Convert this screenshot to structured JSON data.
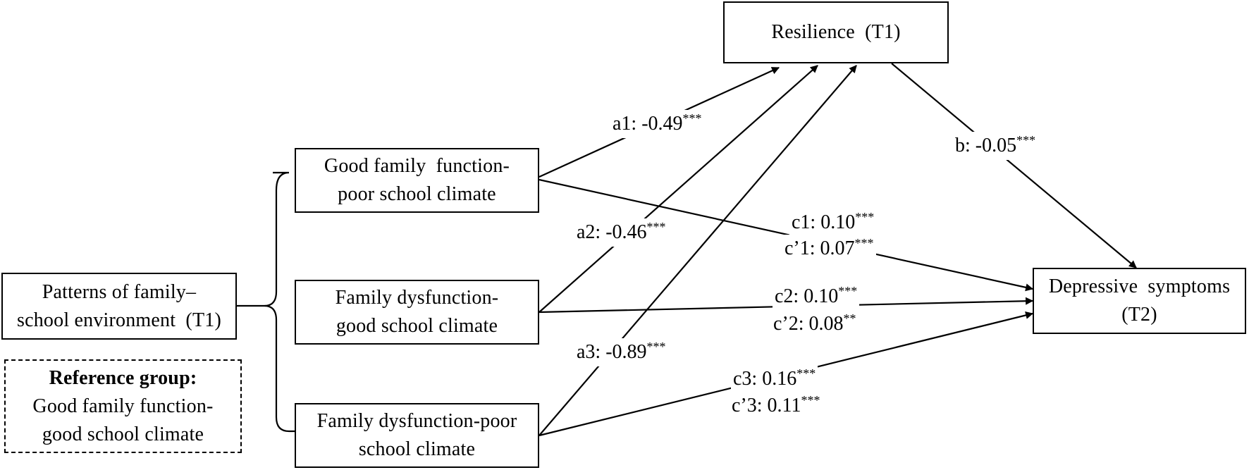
{
  "nodes": {
    "patterns": {
      "lines": [
        "Patterns of family–",
        "school environment (T1)"
      ]
    },
    "reference": {
      "title": "Reference group:",
      "lines": [
        "Good family function-",
        "good school climate"
      ]
    },
    "group1": {
      "lines": [
        "Good family function-",
        "poor school climate"
      ]
    },
    "group2": {
      "lines": [
        "Family dysfunction-",
        "good school climate"
      ]
    },
    "group3": {
      "lines": [
        "Family dysfunction-poor",
        "school climate"
      ]
    },
    "resilience": {
      "lines": [
        "Resilience (T1)"
      ]
    },
    "depressive": {
      "lines": [
        "Depressive symptoms",
        "(T2)"
      ]
    }
  },
  "paths": {
    "a1": {
      "label": "a1: -0.49",
      "sig": "***"
    },
    "a2": {
      "label": "a2: -0.46",
      "sig": "***"
    },
    "a3": {
      "label": "a3: -0.89",
      "sig": "***"
    },
    "b": {
      "label": "b: -0.05",
      "sig": "***"
    },
    "c1": {
      "label": "c1: 0.10",
      "sig": "***"
    },
    "cp1": {
      "label": "c’1: 0.07",
      "sig": "***"
    },
    "c2": {
      "label": "c2: 0.10",
      "sig": "***"
    },
    "cp2": {
      "label": "c’2: 0.08",
      "sig": "**"
    },
    "c3": {
      "label": "c3: 0.16",
      "sig": "***"
    },
    "cp3": {
      "label": "c’3: 0.11",
      "sig": "***"
    }
  }
}
